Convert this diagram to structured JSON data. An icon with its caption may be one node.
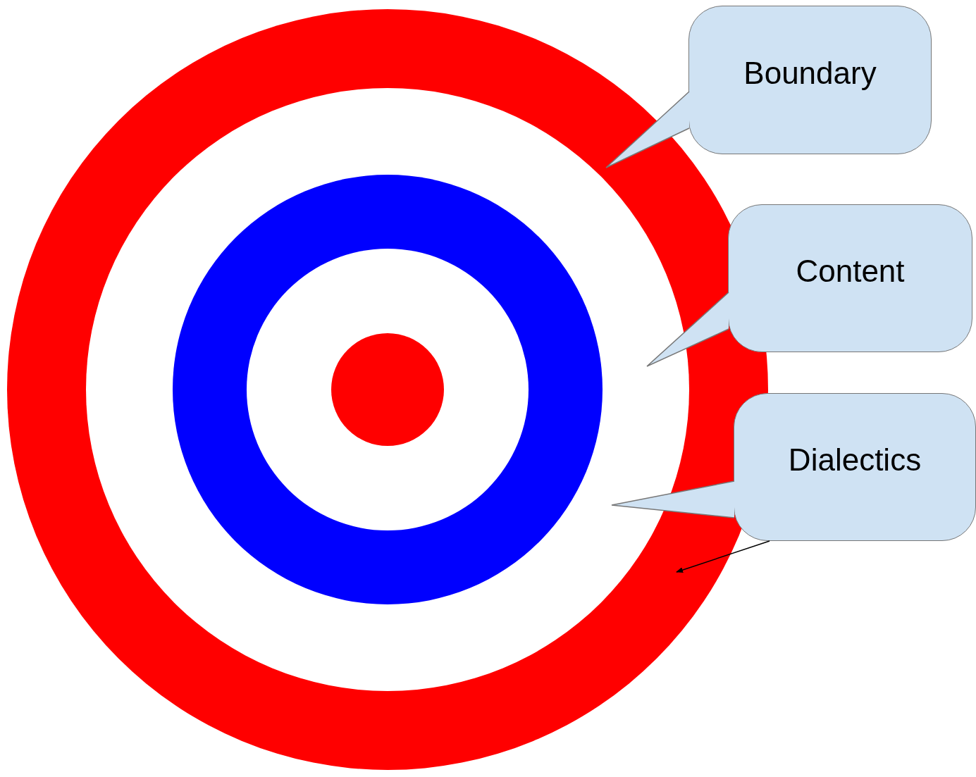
{
  "diagram": {
    "nodes": [
      {
        "text": [
          "Boundary"
        ]
      },
      {
        "text": [
          "Content"
        ]
      },
      {
        "text": [
          "Dialectics"
        ]
      }
    ],
    "edges": [
      {
        "from": 0,
        "to": null,
        "arrow": "none"
      },
      {
        "from": 1,
        "to": null,
        "arrow": "none"
      },
      {
        "from": 2,
        "to": null,
        "arrow": "none"
      },
      {
        "from": 2,
        "to": null,
        "arrow": "to",
        "color": "#000000"
      }
    ]
  }
}
